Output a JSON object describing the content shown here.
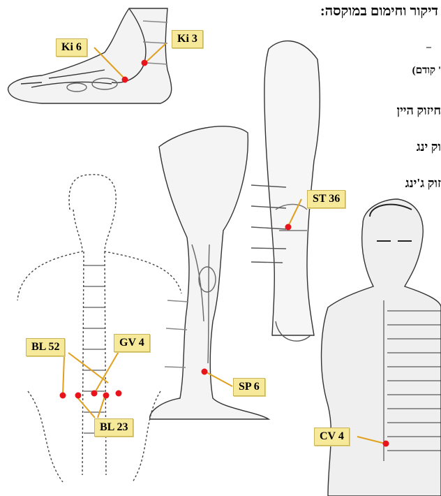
{
  "heading_lines": [
    "דיקור וחימום במוקסה:",
    "–",
    "' קודם)",
    "חיזוק היין",
    "וק ינג",
    "זוק ג'ינג"
  ],
  "point_labels": {
    "ki6": "Ki 6",
    "ki3": "Ki 3",
    "st36": "ST 36",
    "gv4": "GV 4",
    "bl52": "BL 52",
    "bl23": "BL 23",
    "sp6": "SP 6",
    "cv4": "CV 4"
  },
  "colors": {
    "label_bg": "#f7e99a",
    "point": "#e8141c",
    "line": "#e0a020"
  }
}
